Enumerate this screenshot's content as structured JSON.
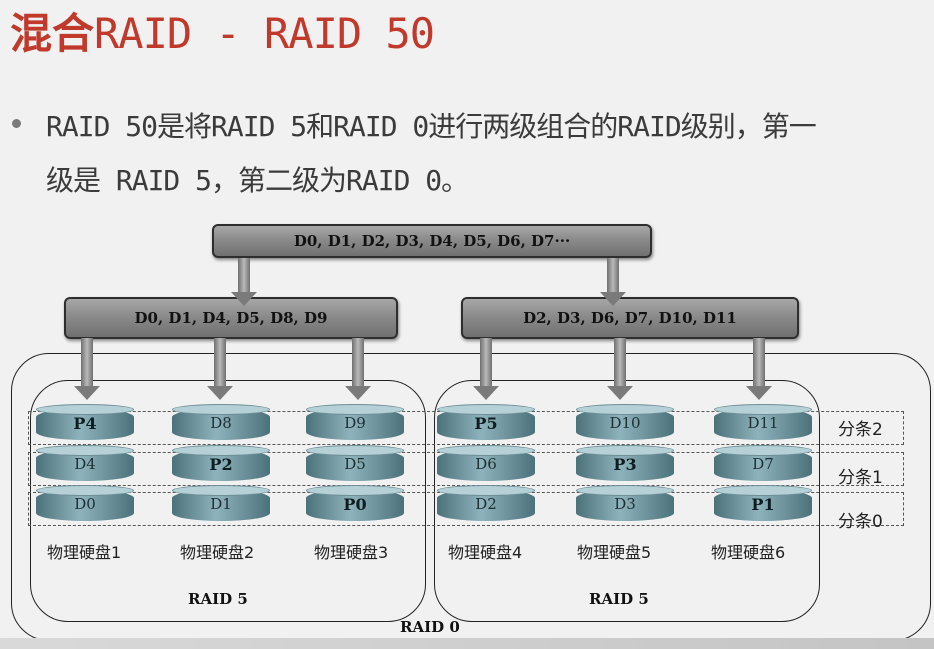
{
  "title": {
    "zh": "混合",
    "en": "RAID - RAID 50"
  },
  "bullet": {
    "line1": "RAID 50是将RAID 5和RAID 0进行两级组合的RAID级别，第一",
    "line2": "级是 RAID 5，第二级为RAID 0。"
  },
  "diagram": {
    "top_box": "D0, D1, D2, D3, D4, D5, D6, D7···",
    "left_box": "D0, D1, D4, D5, D8, D9",
    "right_box": "D2, D3, D6, D7, D10, D11",
    "stripes": [
      "分条2",
      "分条1",
      "分条0"
    ],
    "disks": [
      {
        "name": "物理硬盘1",
        "cells": [
          "P4",
          "D4",
          "D0"
        ]
      },
      {
        "name": "物理硬盘2",
        "cells": [
          "D8",
          "P2",
          "D1"
        ]
      },
      {
        "name": "物理硬盘3",
        "cells": [
          "D9",
          "D5",
          "P0"
        ]
      },
      {
        "name": "物理硬盘4",
        "cells": [
          "P5",
          "D6",
          "D2"
        ]
      },
      {
        "name": "物理硬盘5",
        "cells": [
          "D10",
          "P3",
          "D3"
        ]
      },
      {
        "name": "物理硬盘6",
        "cells": [
          "D11",
          "D7",
          "P1"
        ]
      }
    ],
    "group_left_label": "RAID 5",
    "group_right_label": "RAID 5",
    "outer_label": "RAID 0"
  },
  "colors": {
    "title_red": "#c0392b",
    "disk_teal": "#8fb3bc",
    "box_gray": "#8b8b8b"
  }
}
